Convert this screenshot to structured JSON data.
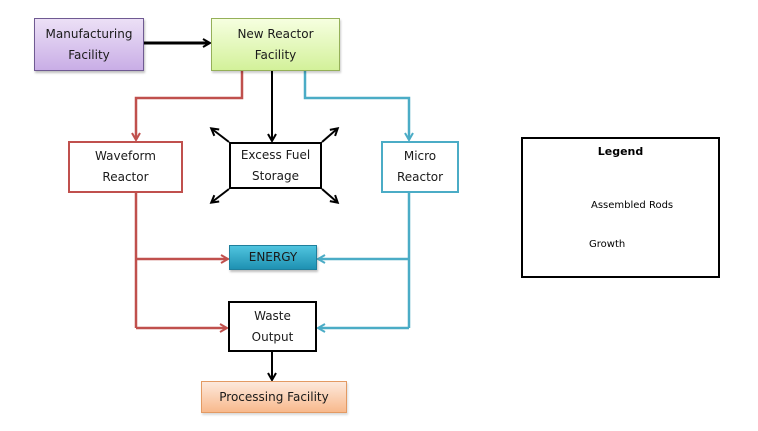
{
  "diagram": {
    "nodes": {
      "manufacturing": {
        "label": "Manufacturing\nFacility"
      },
      "new_reactor": {
        "label": "New Reactor\nFacility"
      },
      "waveform": {
        "label": "Waveform\nReactor"
      },
      "excess_fuel": {
        "label": "Excess Fuel\nStorage"
      },
      "micro": {
        "label": "Micro\nReactor"
      },
      "energy": {
        "label": "ENERGY"
      },
      "waste": {
        "label": "Waste\nOutput"
      },
      "processing": {
        "label": "Processing Facility"
      }
    },
    "edges": [
      {
        "from": "Manufacturing Facility",
        "to": "New Reactor Facility",
        "type": "assembled-rods",
        "color": "#000000"
      },
      {
        "from": "New Reactor Facility",
        "to": "Waveform Reactor",
        "type": "flow",
        "color": "#c0504d"
      },
      {
        "from": "New Reactor Facility",
        "to": "Excess Fuel Storage",
        "type": "assembled-rods",
        "color": "#000000"
      },
      {
        "from": "New Reactor Facility",
        "to": "Micro Reactor",
        "type": "flow",
        "color": "#4bacc6"
      },
      {
        "from": "Waveform Reactor",
        "to": "ENERGY",
        "type": "flow",
        "color": "#c0504d"
      },
      {
        "from": "Waveform Reactor",
        "to": "Waste Output",
        "type": "flow",
        "color": "#c0504d"
      },
      {
        "from": "Micro Reactor",
        "to": "ENERGY",
        "type": "flow",
        "color": "#4bacc6"
      },
      {
        "from": "Micro Reactor",
        "to": "Waste Output",
        "type": "flow",
        "color": "#4bacc6"
      },
      {
        "from": "Waste Output",
        "to": "Processing Facility",
        "type": "assembled-rods",
        "color": "#000000"
      },
      {
        "from": "Excess Fuel Storage",
        "to": "outward (4 directions)",
        "type": "growth",
        "color": "#000000"
      }
    ]
  },
  "legend": {
    "title": "Legend",
    "items": [
      {
        "label": "Assembled Rods",
        "icon": "horizontal-arrow-icon"
      },
      {
        "label": "Growth",
        "icon": "diagonal-arrow-icon"
      }
    ]
  },
  "colors": {
    "waveform_line": "#c0504d",
    "micro_line": "#4bacc6",
    "black_line": "#000000",
    "manufacturing_fill": "#d9c7ee",
    "new_reactor_fill": "#e3f7b8",
    "energy_fill": "#31acc9",
    "processing_fill": "#fbcfae"
  }
}
